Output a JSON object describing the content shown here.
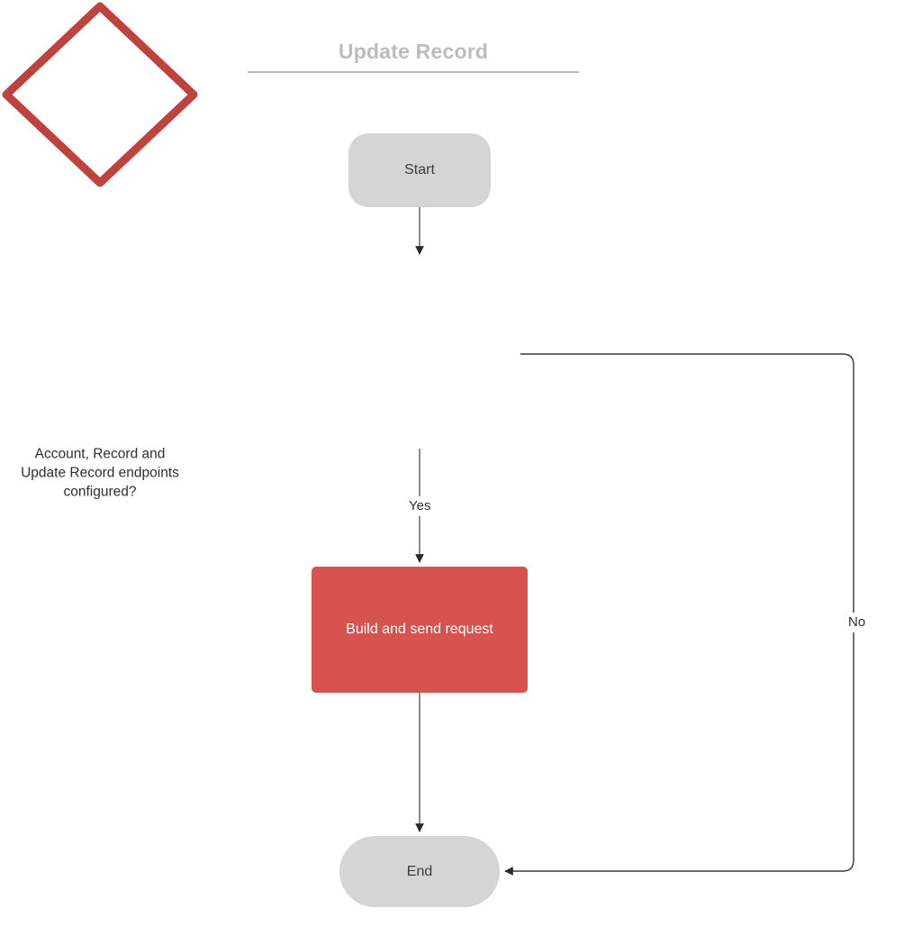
{
  "diagram": {
    "title": "Update Record",
    "type": "flowchart",
    "colors": {
      "title_text": "#b8bcc4",
      "title_rule": "#b6bac3",
      "terminator_fill": "#d4d5d7",
      "decision_stroke": "#c0423c",
      "process_fill": "#d6534f",
      "process_text": "#ffffff",
      "node_text": "#3b3b3b",
      "edge_stroke": "#5a5a5a",
      "arrowhead": "#2b2b2b",
      "background": "#ffffff"
    },
    "nodes": [
      {
        "id": "start",
        "label": "Start",
        "shape": "rounded-rectangle",
        "role": "terminator"
      },
      {
        "id": "decision",
        "label": "Account, Record and\nUpdate Record endpoints\nconfigured?",
        "shape": "diamond",
        "role": "decision"
      },
      {
        "id": "process",
        "label": "Build and send request",
        "shape": "rectangle",
        "role": "process"
      },
      {
        "id": "end",
        "label": "End",
        "shape": "stadium",
        "role": "terminator"
      }
    ],
    "edges": [
      {
        "id": "start-to-decision",
        "from": "start",
        "to": "decision",
        "label": ""
      },
      {
        "id": "decision-yes-to-process",
        "from": "decision",
        "to": "process",
        "label": "Yes"
      },
      {
        "id": "process-to-end",
        "from": "process",
        "to": "end",
        "label": ""
      },
      {
        "id": "decision-no-to-end",
        "from": "decision",
        "to": "end",
        "label": "No"
      }
    ],
    "edge_labels": {
      "yes": "Yes",
      "no": "No"
    }
  }
}
